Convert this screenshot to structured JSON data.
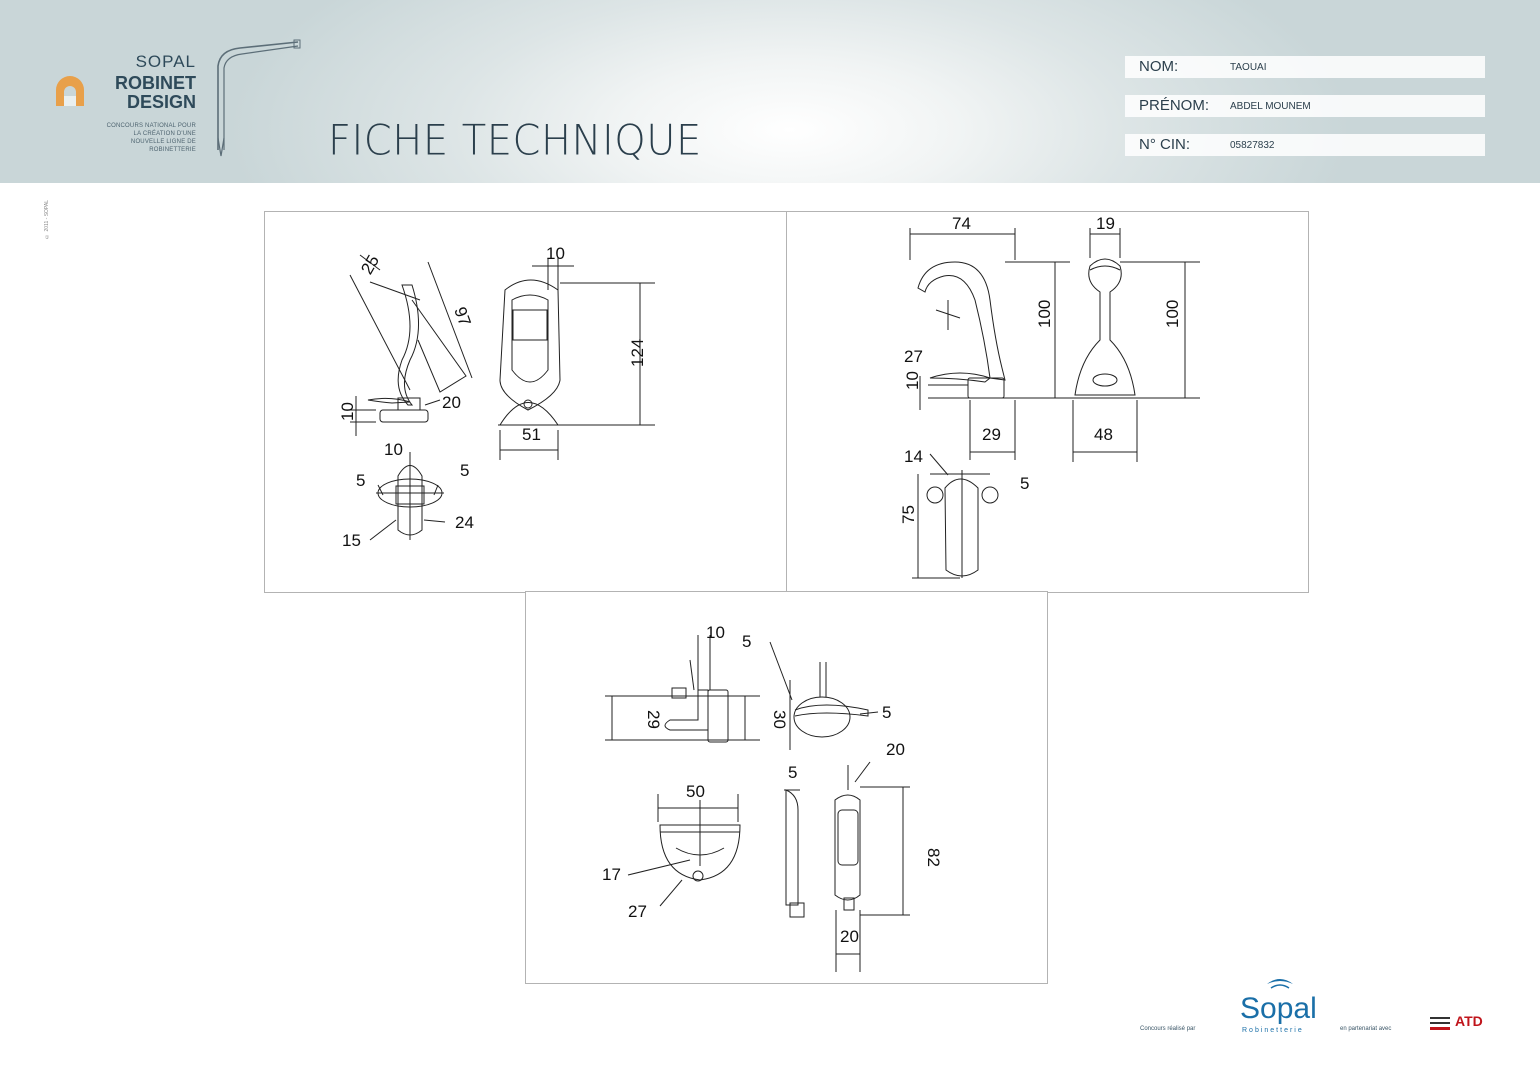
{
  "header": {
    "logo": {
      "line1": "SOPAL",
      "line2": "ROBINET",
      "line3": "DESIGN",
      "tagline": "CONCOURS NATIONAL POUR LA CRÉATION D'UNE NOUVELLE LIGNE DE ROBINETTERIE"
    },
    "title": "FICHE TECHNIQUE",
    "fields": [
      {
        "label": "NOM:",
        "value": "TAOUAI"
      },
      {
        "label": "PRÉNOM:",
        "value": "ABDEL MOUNEM"
      },
      {
        "label": "N° CIN:",
        "value": "05827832"
      }
    ]
  },
  "copyright": "© 2011 - SOPAL",
  "drawings": {
    "panel1": {
      "d1": "25",
      "d2": "97",
      "d3": "10",
      "d4": "20",
      "d5": "10",
      "d6": "124",
      "d7": "51",
      "d8": "10",
      "d9": "5",
      "d10": "5",
      "d11": "15",
      "d12": "24"
    },
    "panel2": {
      "d1": "74",
      "d2": "19",
      "d3": "100",
      "d4": "100",
      "d5": "27",
      "d6": "10",
      "d7": "29",
      "d8": "48",
      "d9": "14",
      "d10": "5",
      "d11": "75"
    },
    "panel3": {
      "d1": "10",
      "d2": "5",
      "d3": "29",
      "d4": "30",
      "d5": "5",
      "d6": "20",
      "d7": "50",
      "d8": "5",
      "d9": "82",
      "d10": "17",
      "d11": "27",
      "d12": "20"
    }
  },
  "footer": {
    "organised_by": "Concours réalisé par",
    "brand": "Sopal",
    "brand_sub": "Robinetterie",
    "partner_text": "en partenariat avec",
    "partner": "ATD"
  },
  "colors": {
    "brand_blue": "#1a6fa8",
    "atd_red": "#c0141b",
    "logo_orange": "#e8a04a"
  }
}
